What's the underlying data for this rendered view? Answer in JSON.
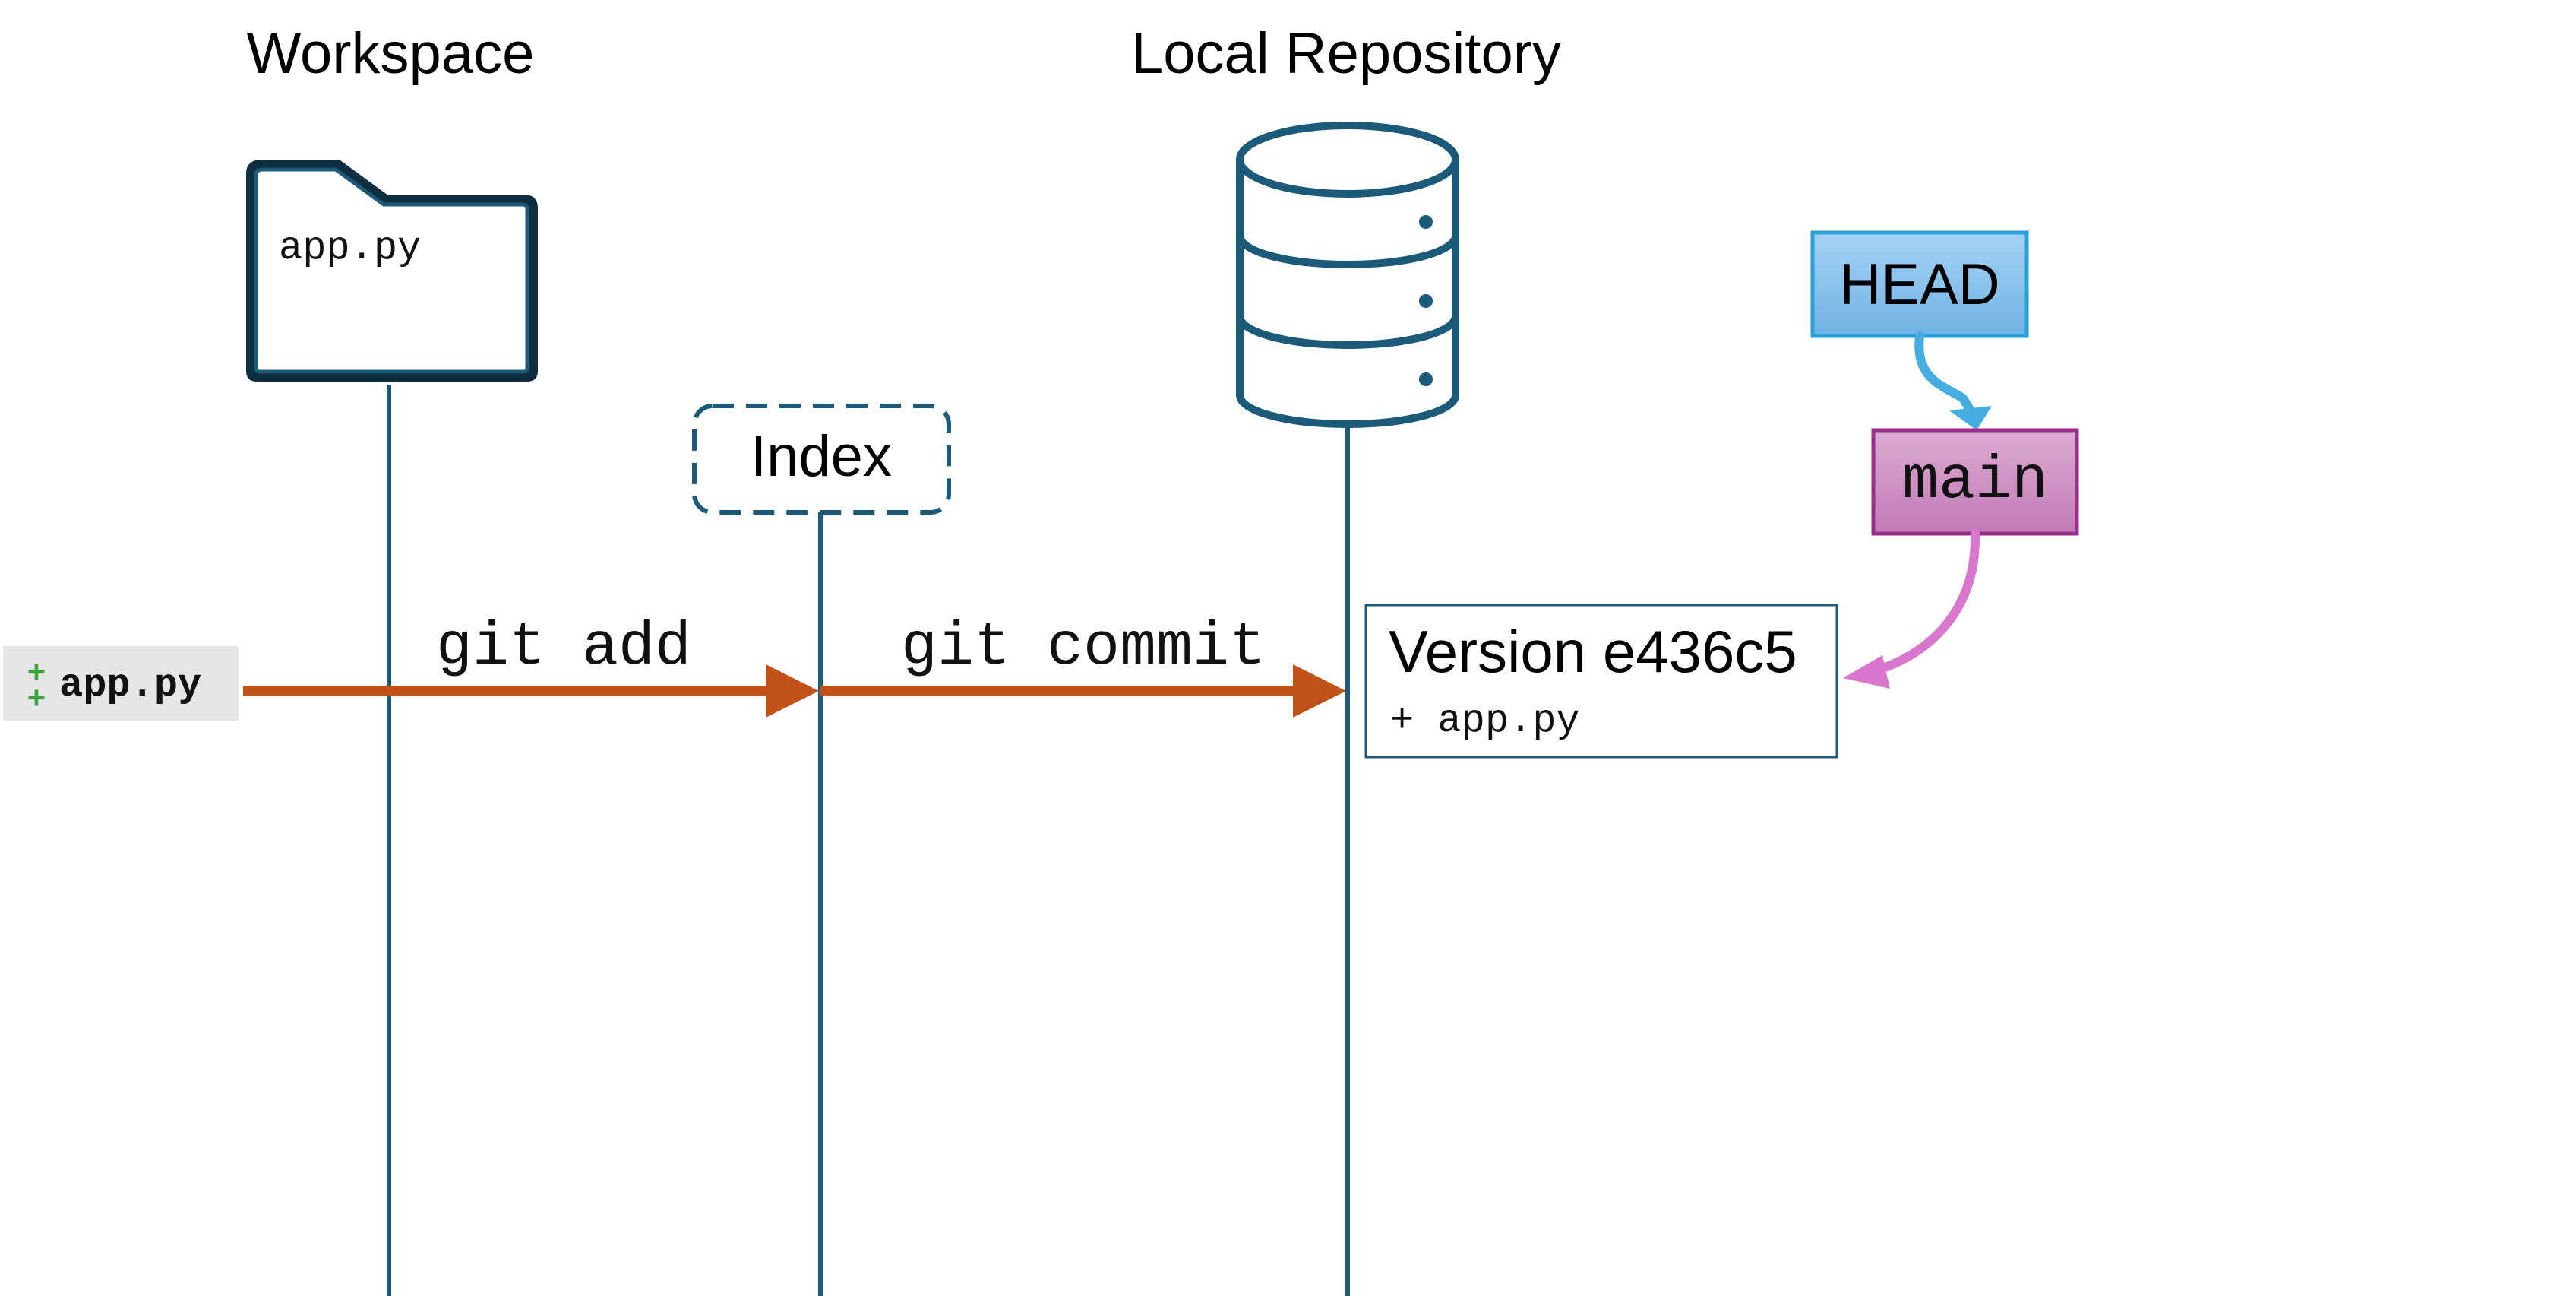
{
  "workspace": {
    "title": "Workspace",
    "folder_file": "app.py"
  },
  "index": {
    "label": "Index"
  },
  "repository": {
    "title": "Local Repository",
    "commit": {
      "version": "Version e436c5",
      "change": "+ app.py"
    }
  },
  "refs": {
    "head": "HEAD",
    "branch": "main"
  },
  "new_file": {
    "name": "app.py",
    "status_symbol": "+"
  },
  "commands": {
    "add": "git add",
    "commit": "git commit"
  },
  "icons": {
    "workspace": "folder-icon",
    "repository": "database-icon",
    "new_file_marker": "plus-icon"
  },
  "colors": {
    "lifeline": "#1b5a78",
    "folder_outline": "#0f2e3f",
    "arrow": "#c0521a",
    "new_file_bg": "#e6e6e6",
    "new_file_plus": "#3fa43f",
    "head_fill": "#7cbcea",
    "head_stroke": "#2aa0d8",
    "head_arrow": "#45ade0",
    "branch_fill": "#cf8fc3",
    "branch_stroke": "#9c2d8c",
    "branch_arrow": "#d977cf",
    "commit_stroke": "#1b5a78"
  }
}
